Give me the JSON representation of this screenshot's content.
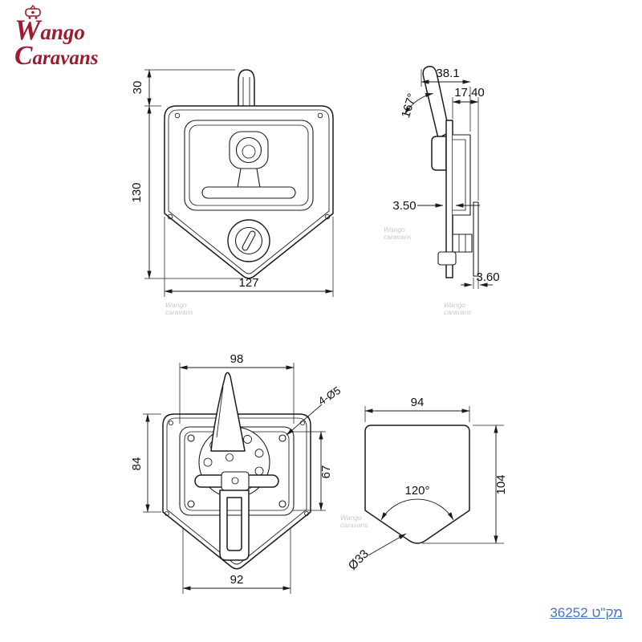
{
  "logo": {
    "word1": "Wango",
    "word2": "Caravans"
  },
  "watermark": {
    "line1": "Wango",
    "line2": "caravans"
  },
  "front_view": {
    "handle_height": "30",
    "body_height": "130",
    "width": "127"
  },
  "side_view": {
    "depth": "38.1",
    "pan_depth": "17.40",
    "handle_angle": "167°",
    "pan_thickness": "3.50",
    "flange_thickness": "3.60"
  },
  "back_view": {
    "pan_width": "98",
    "corner_holes": "4-Ø5",
    "height": "84",
    "pan_height": "67",
    "bottom_width": "92"
  },
  "cutout_view": {
    "width": "94",
    "height": "104",
    "point_angle": "120°",
    "hole_dia": "Ø33"
  },
  "catalog": {
    "text": "מק\"ט 36252"
  },
  "colors": {
    "brand": "#9c1b2e",
    "link": "#4472c4",
    "line": "#1b1b1b"
  }
}
